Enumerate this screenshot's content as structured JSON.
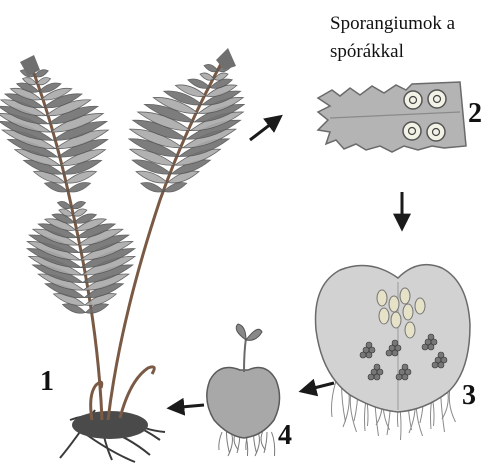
{
  "caption": {
    "line1": "Sporangiumok a",
    "line2": "spórákkal"
  },
  "labels": {
    "one": "1",
    "two": "2",
    "three": "3",
    "four": "4"
  },
  "colors": {
    "frond": "#6f6f6f",
    "frond_light": "#a9a9a9",
    "stipe": "#7a5a44",
    "root": "#3a3a3a",
    "prothallus": "#cfcfcf",
    "prothallus_edge": "#6a6a6a",
    "sorus": "#f2f2e6",
    "arrow": "#1a1a1a"
  }
}
